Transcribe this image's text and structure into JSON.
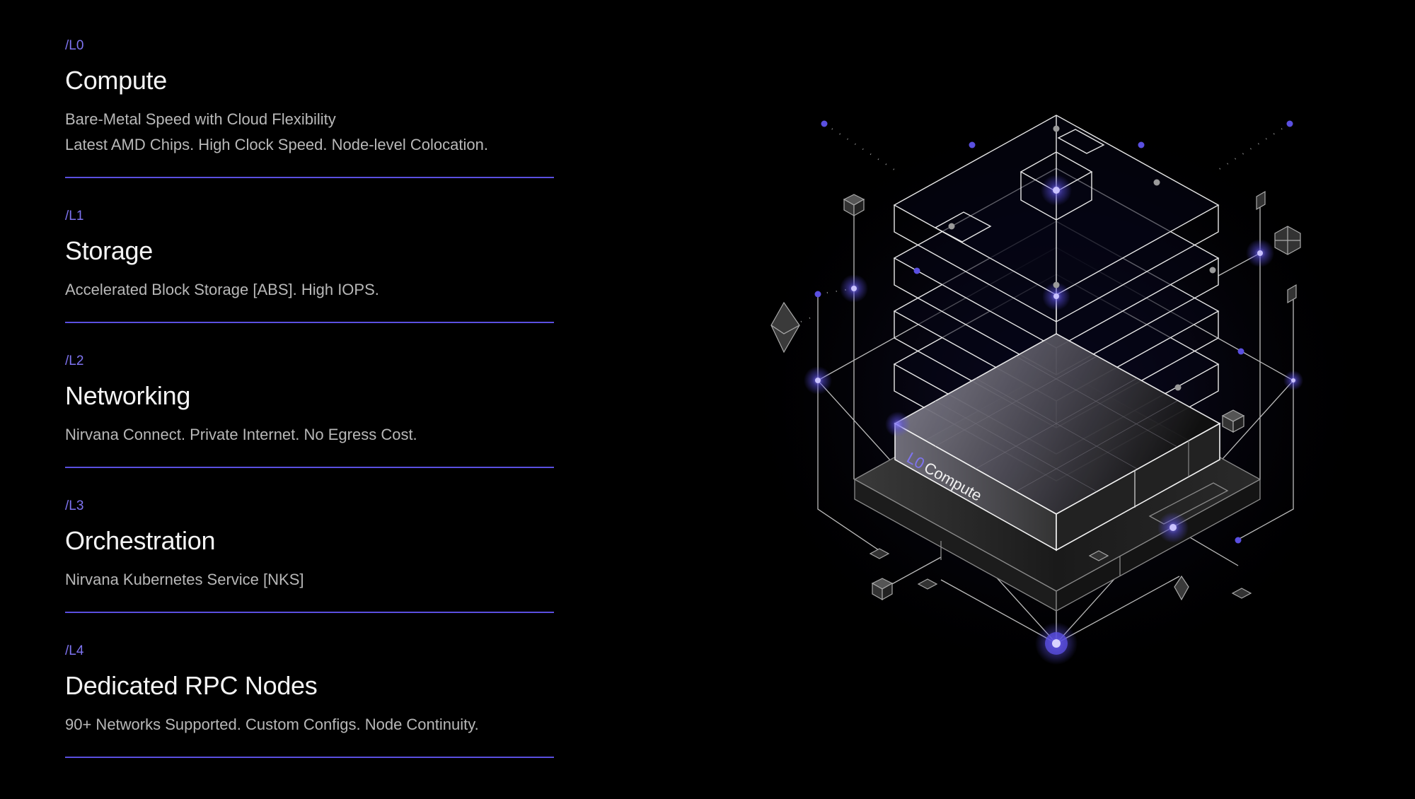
{
  "layers": [
    {
      "label": "/L0",
      "title": "Compute",
      "lines": [
        "Bare-Metal Speed with Cloud Flexibility",
        "Latest AMD Chips. High Clock Speed. Node-level Colocation."
      ]
    },
    {
      "label": "/L1",
      "title": "Storage",
      "lines": [
        "Accelerated Block Storage [ABS]. High IOPS."
      ]
    },
    {
      "label": "/L2",
      "title": "Networking",
      "lines": [
        "Nirvana Connect. Private Internet. No Egress Cost."
      ]
    },
    {
      "label": "/L3",
      "title": "Orchestration",
      "lines": [
        "Nirvana Kubernetes Service [NKS]"
      ]
    },
    {
      "label": "/L4",
      "title": "Dedicated RPC Nodes",
      "lines": [
        "90+ Networks Supported. Custom Configs. Node Continuity."
      ]
    }
  ],
  "illustration": {
    "slab_tag": "L0",
    "slab_label": "Compute"
  },
  "colors": {
    "accent": "#5a4fe0",
    "label": "#7f74f2",
    "glow": "#6b5cff"
  }
}
